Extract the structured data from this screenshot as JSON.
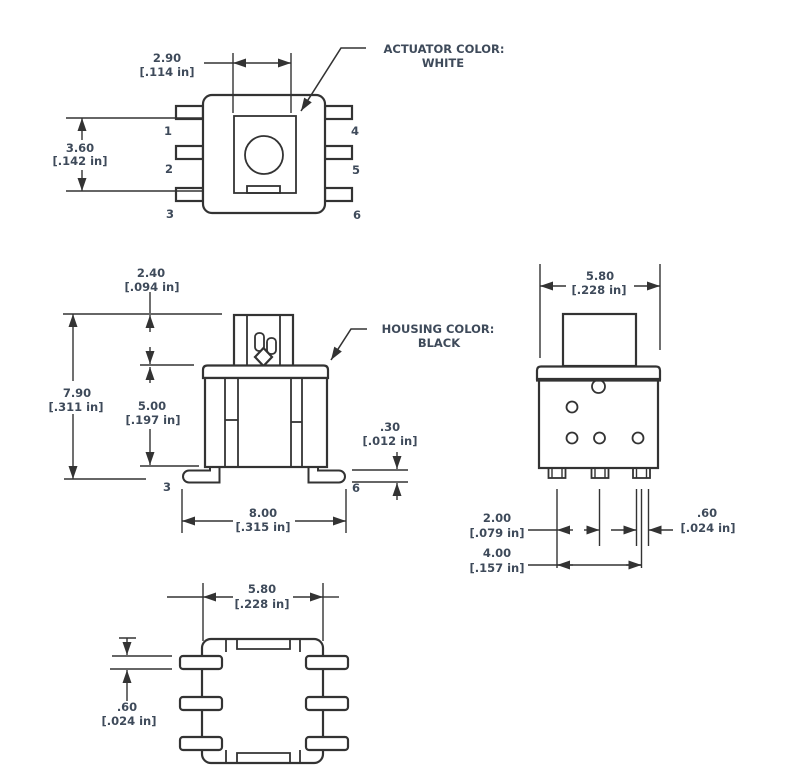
{
  "colors": {
    "background": "#ffffff",
    "line": "#333333",
    "text": "#3e4a5a"
  },
  "top_view": {
    "dim_actuator_width": "2.90",
    "dim_actuator_width_in": "[.114 in]",
    "dim_pin_span": "3.60",
    "dim_pin_span_in": "[.142 in]",
    "pin1": "1",
    "pin2": "2",
    "pin3": "3",
    "pin4": "4",
    "pin5": "5",
    "pin6": "6",
    "callout_line1": "ACTUATOR COLOR:",
    "callout_line2": "WHITE"
  },
  "front_view": {
    "dim_actuator_height": "2.40",
    "dim_actuator_height_in": "[.094 in]",
    "dim_total_height": "7.90",
    "dim_total_height_in": "[.311 in]",
    "dim_body_height": "5.00",
    "dim_body_height_in": "[.197 in]",
    "dim_lead_span": "8.00",
    "dim_lead_span_in": "[.315 in]",
    "dim_lead_thickness": ".30",
    "dim_lead_thickness_in": "[.012 in]",
    "pin3": "3",
    "pin6": "6",
    "callout_line1": "HOUSING COLOR:",
    "callout_line2": "BLACK"
  },
  "side_view": {
    "dim_body_width": "5.80",
    "dim_body_width_in": "[.228 in]",
    "dim_pin_pitch": "2.00",
    "dim_pin_pitch_in": "[.079 in]",
    "dim_pin_span": "4.00",
    "dim_pin_span_in": "[.157 in]",
    "dim_pin_width": ".60",
    "dim_pin_width_in": "[.024 in]"
  },
  "bottom_view": {
    "dim_body_width": "5.80",
    "dim_body_width_in": "[.228 in]",
    "dim_lead_thickness": ".60",
    "dim_lead_thickness_in": "[.024 in]"
  }
}
